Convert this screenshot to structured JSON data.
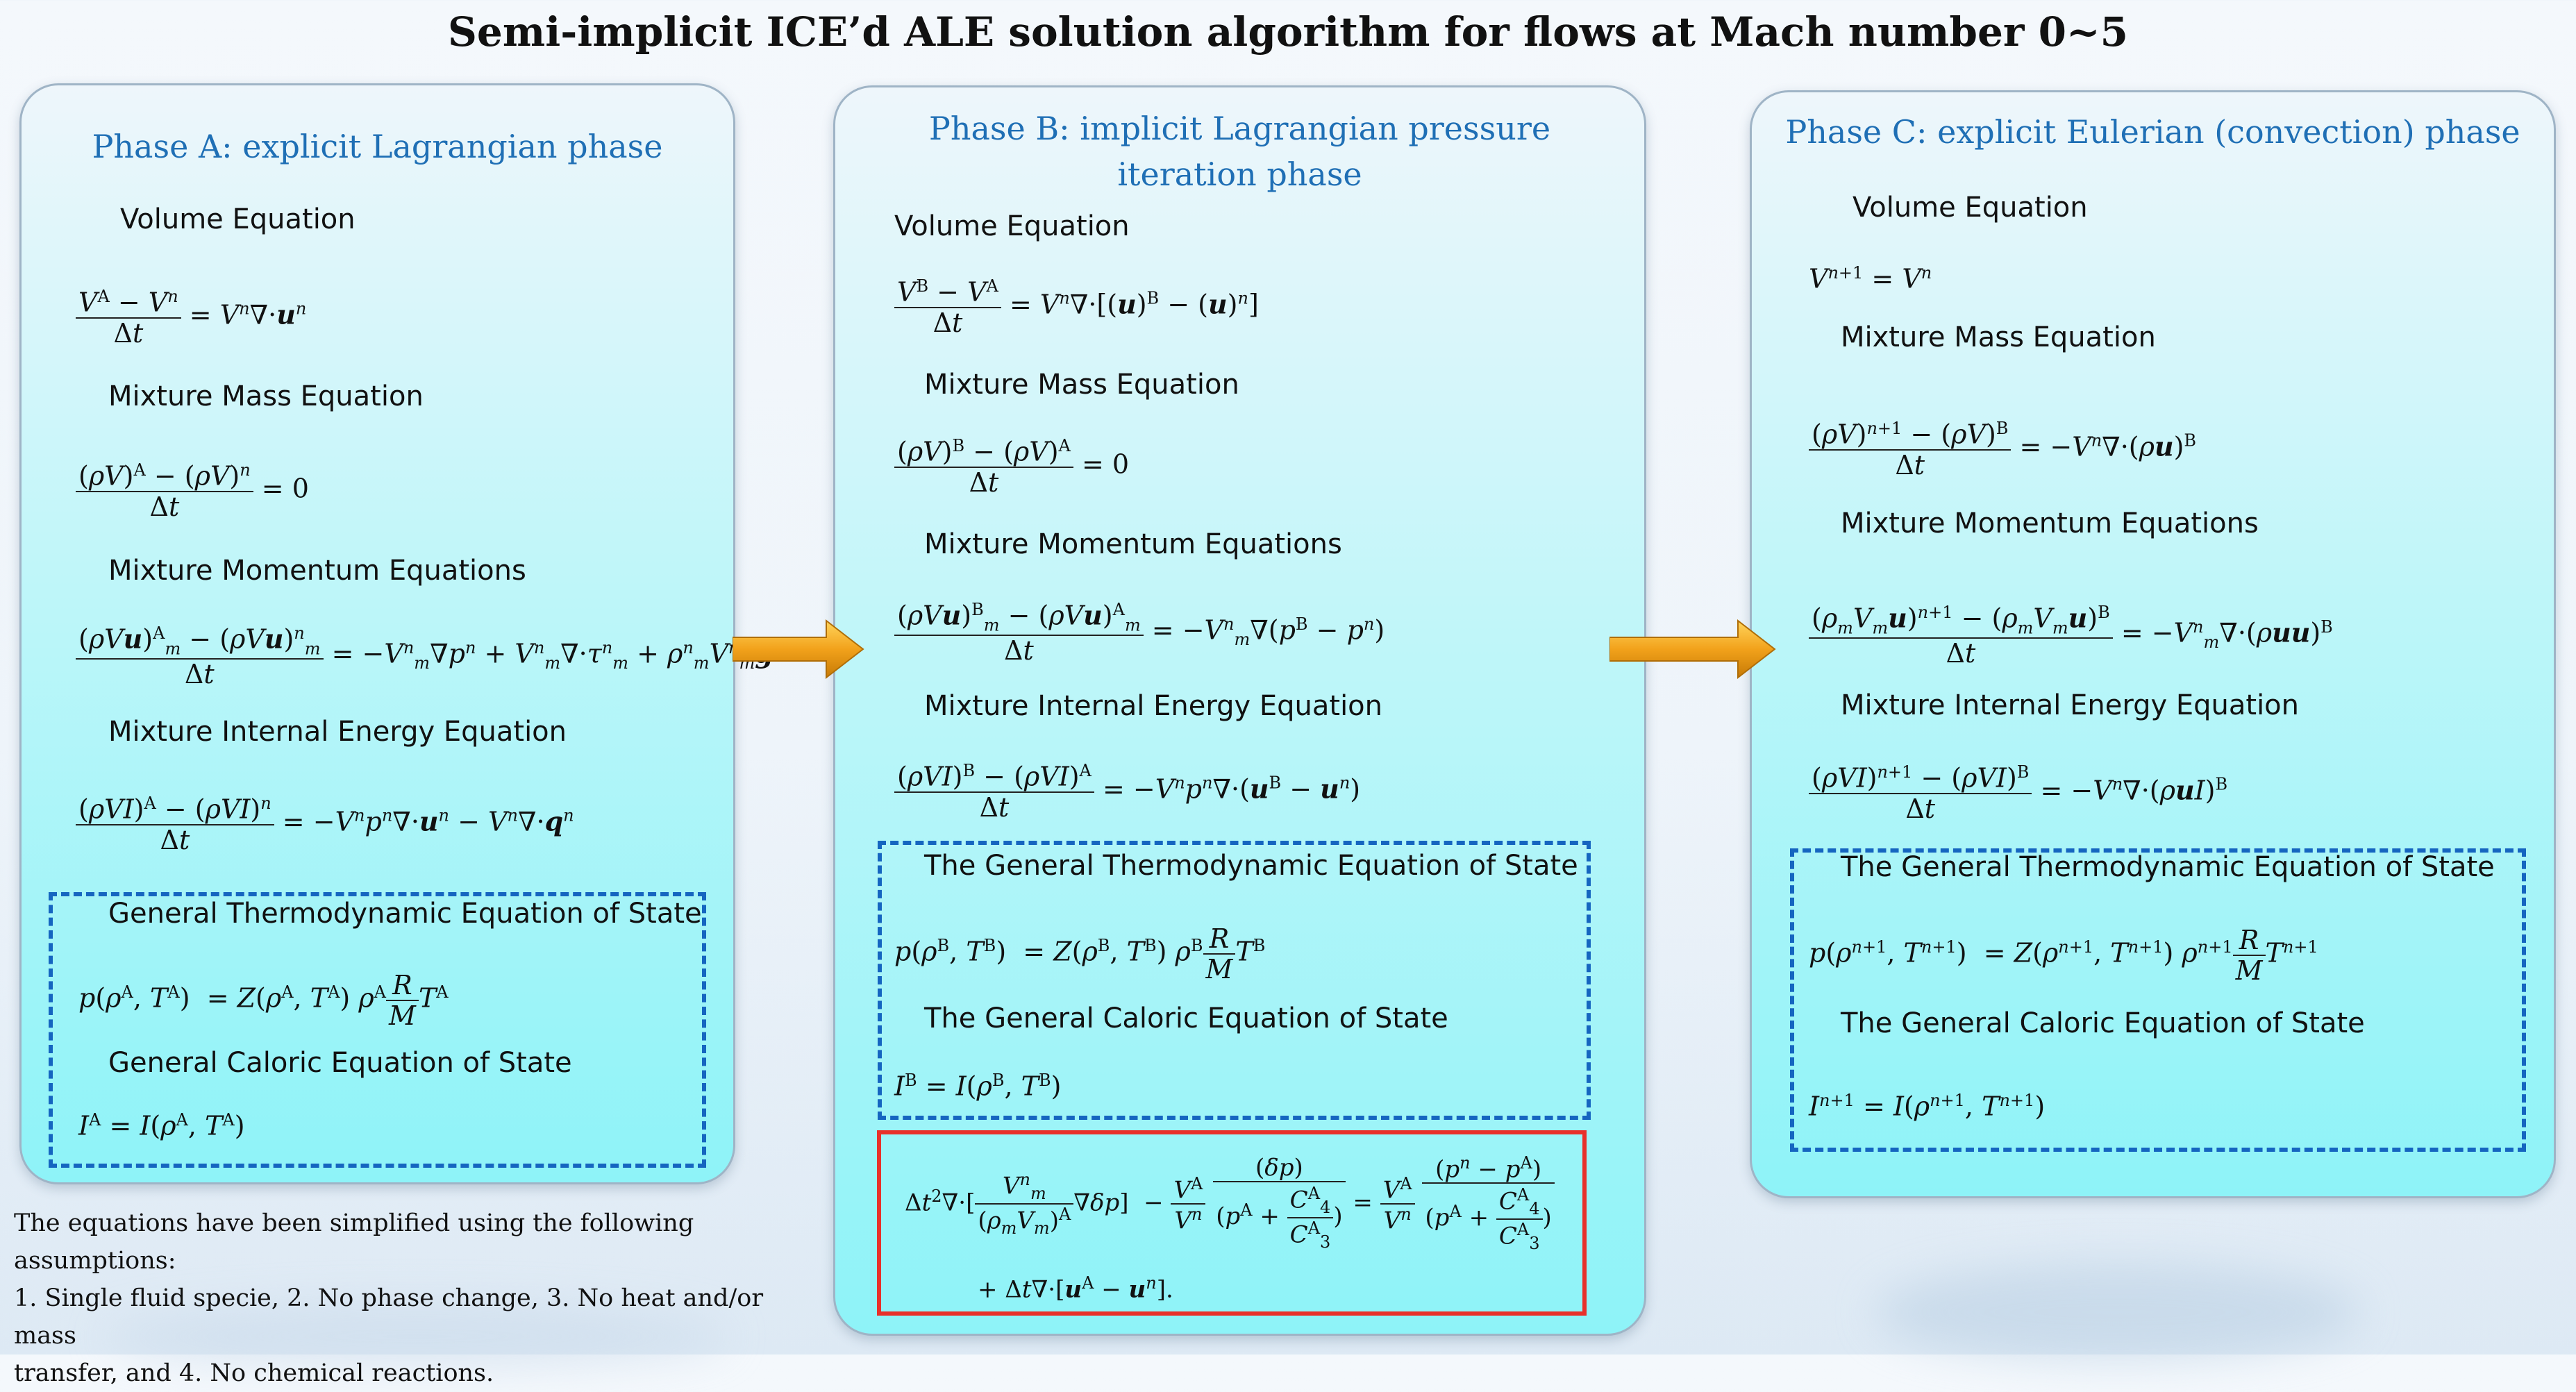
{
  "title": "Semi-implicit ICE’d ALE solution algorithm for flows at Mach number 0~5",
  "phase_a": {
    "title": "Phase A: explicit Lagrangian phase",
    "volume_label": "Volume Equation",
    "mass_label": "Mixture Mass Equation",
    "momentum_label": "Mixture Momentum Equations",
    "energy_label": "Mixture Internal Energy Equation",
    "thermo_label": "General Thermodynamic Equation of State",
    "caloric_label": "General Caloric Equation of State"
  },
  "phase_b": {
    "title_line1": "Phase B: implicit Lagrangian pressure",
    "title_line2": "iteration phase",
    "volume_label": "Volume Equation",
    "mass_label": "Mixture Mass Equation",
    "momentum_label": "Mixture Momentum Equations",
    "energy_label": "Mixture Internal Energy Equation",
    "thermo_label": "The General Thermodynamic Equation of State",
    "caloric_label": "The General Caloric Equation of State"
  },
  "phase_c": {
    "title": "Phase C: explicit Eulerian (convection) phase",
    "volume_label": "Volume Equation",
    "mass_label": "Mixture Mass Equation",
    "momentum_label": "Mixture Momentum Equations",
    "energy_label": "Mixture Internal Energy Equation",
    "thermo_label": "The General Thermodynamic Equation of State",
    "caloric_label": "The General Caloric Equation of State"
  },
  "assumptions": {
    "line1": "The equations have been simplified using the following assumptions:",
    "line2": "1. Single fluid specie, 2. No phase change, 3. No heat and/or mass",
    "line3": "transfer, and 4. No chemical reactions."
  },
  "colors": {
    "title_blue": "#1f6fb5",
    "dash_blue": "#1565c0",
    "red_box": "#e8302a",
    "arrow_orange": "#f2a21b"
  }
}
